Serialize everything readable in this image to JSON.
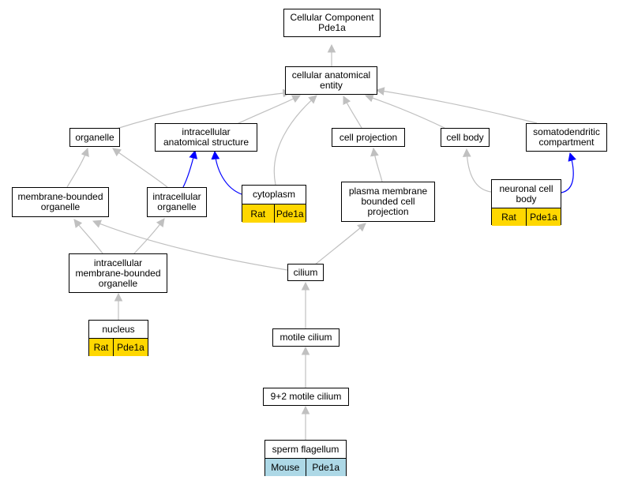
{
  "colors": {
    "edge_gray": "#c0c0c0",
    "edge_blue": "#0000ff",
    "rat_tag": "#ffd700",
    "mouse_tag": "#add8e6"
  },
  "nodes": {
    "root": "Cellular Component\nPde1a",
    "cellular_anatomical_entity": "cellular anatomical\nentity",
    "organelle": "organelle",
    "intracellular_anatomical_structure": "intracellular\nanatomical structure",
    "cell_projection": "cell projection",
    "cell_body": "cell body",
    "somatodendritic_compartment": "somatodendritic\ncompartment",
    "membrane_bounded_organelle": "membrane-bounded\norganelle",
    "intracellular_organelle": "intracellular\norganelle",
    "plasma_membrane_bounded_cell_projection": "plasma membrane\nbounded cell\nprojection",
    "intracellular_membrane_bounded_organelle": "intracellular\nmembrane-bounded\norganelle",
    "cilium": "cilium",
    "motile_cilium": "motile cilium",
    "nine_two_motile_cilium": "9+2 motile cilium"
  },
  "annotated": {
    "cytoplasm": {
      "label": "cytoplasm",
      "species": "Rat",
      "gene": "Pde1a"
    },
    "neuronal_cell_body": {
      "label": "neuronal cell\nbody",
      "species": "Rat",
      "gene": "Pde1a"
    },
    "nucleus": {
      "label": "nucleus",
      "species": "Rat",
      "gene": "Pde1a"
    },
    "sperm_flagellum": {
      "label": "sperm flagellum",
      "species": "Mouse",
      "gene": "Pde1a"
    }
  }
}
